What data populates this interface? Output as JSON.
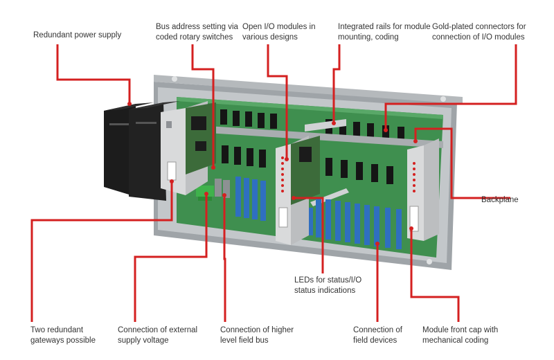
{
  "labels": {
    "redundant_power_supply": "Redundant power supply",
    "bus_address": [
      "Bus address setting via",
      "coded rotary switches"
    ],
    "open_io": [
      "Open I/O modules in",
      "various designs"
    ],
    "rails": [
      "Integrated rails for module",
      "mounting, coding"
    ],
    "connectors": [
      "Gold-plated connectors for",
      "connection of I/O modules"
    ],
    "backplane": "Backplane",
    "leds": [
      "LEDs for status/I/O",
      "status indications"
    ],
    "gateways": [
      "Two redundant",
      "gateways possible"
    ],
    "ext_supply": [
      "Connection of external",
      "supply voltage"
    ],
    "field_bus": [
      "Connection of higher",
      "level field bus"
    ],
    "field_devices": [
      "Connection of",
      "field devices"
    ],
    "front_cap": [
      "Module front cap with",
      "mechanical coding"
    ]
  },
  "colors": {
    "leader": "#d42020",
    "label_text": "#333333",
    "pcb": "#3f8f4f",
    "terminal": "#2f6fc0",
    "housing": "#1c1c1c",
    "module": "#d9dadb"
  }
}
